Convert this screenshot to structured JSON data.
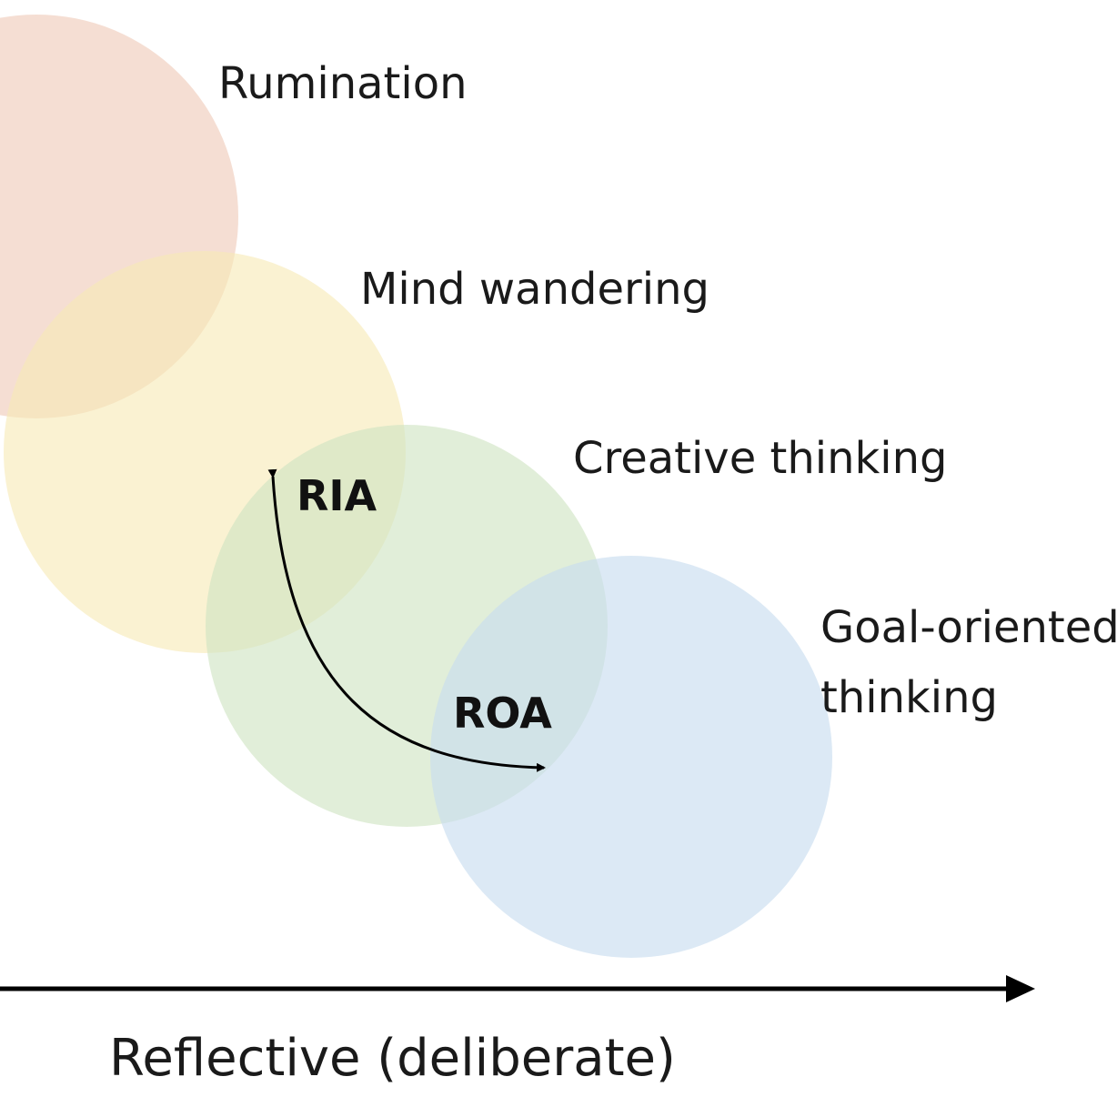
{
  "regions": [
    {
      "label": "Rumination",
      "color": "#efc9b8"
    },
    {
      "label": "Mind wandering",
      "color": "#f7eab6"
    },
    {
      "label": "Creative thinking",
      "color": "#cfe4c2"
    },
    {
      "label": "Goal-oriented",
      "label_line2": "thinking",
      "color": "#c7dbef"
    }
  ],
  "arrow_labels": {
    "start": "RIA",
    "end": "ROA"
  },
  "axis": {
    "label": "Reflective (deliberate)",
    "color": "#000000"
  }
}
